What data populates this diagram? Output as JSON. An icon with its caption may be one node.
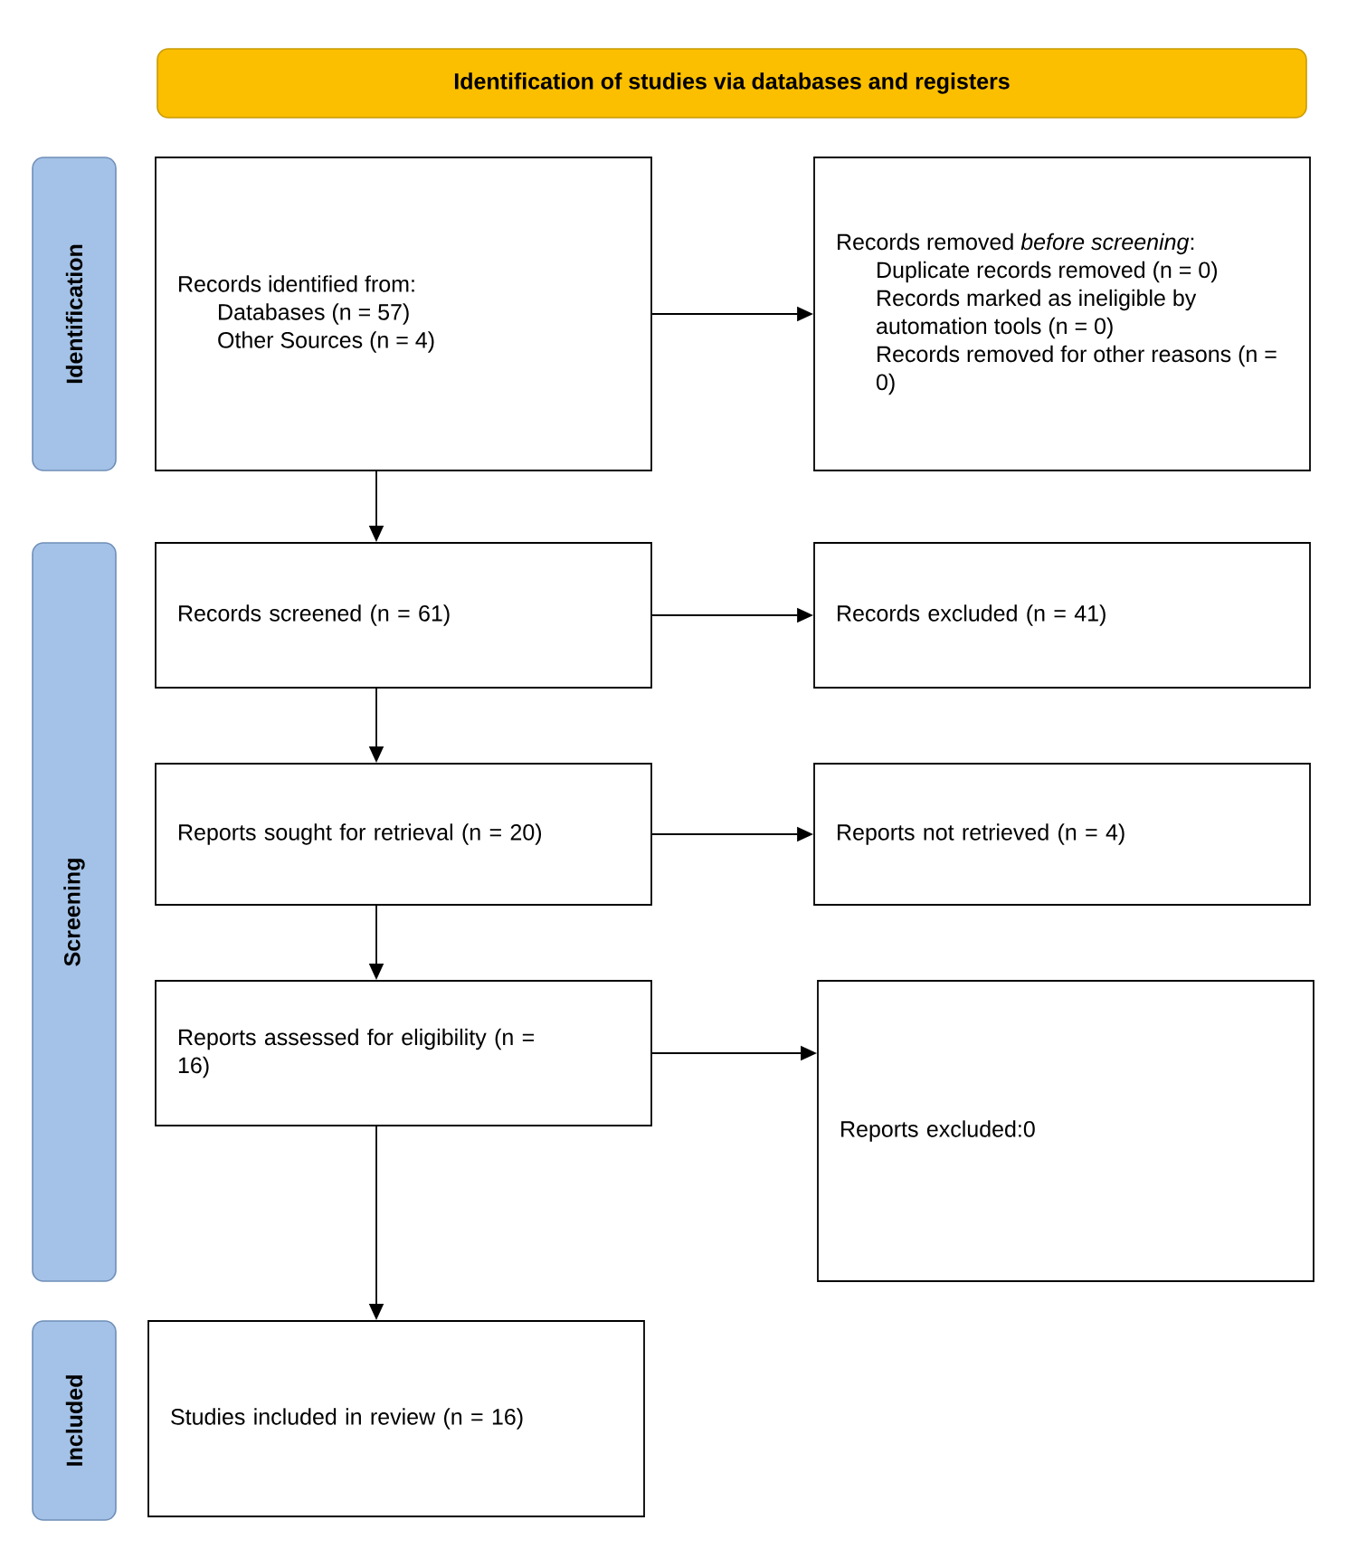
{
  "diagram": {
    "nodes": [
      {
        "text": [
          "Identification of studies via databases and registers"
        ]
      },
      {
        "text": [
          "Identification"
        ]
      },
      {
        "text": [
          "Screening"
        ]
      },
      {
        "text": [
          "Included"
        ]
      },
      {
        "text": [
          "Records identified from:",
          "Databases (n = 57)",
          "Other Sources (n = 4)"
        ]
      },
      {
        "text": [
          "Records removed *before screening*:",
          "Duplicate records removed (n = 0)",
          "Records marked as ineligible by automation tools (n = 0)",
          "Records removed for other reasons (n = 0)"
        ]
      },
      {
        "text": [
          "Records screened (n = 61)"
        ]
      },
      {
        "text": [
          "Records excluded (n = 41)"
        ]
      },
      {
        "text": [
          "Reports sought for retrieval (n = 20)"
        ]
      },
      {
        "text": [
          "Reports not retrieved (n = 4)"
        ]
      },
      {
        "text": [
          "Reports assessed for eligibility (n = 16)"
        ]
      },
      {
        "text": [
          "Reports excluded:0"
        ]
      },
      {
        "text": [
          "Studies included in review (n = 16)"
        ]
      }
    ],
    "edges": [
      {
        "from": 4,
        "to": 5,
        "arrow": "to"
      },
      {
        "from": 4,
        "to": 6,
        "arrow": "to"
      },
      {
        "from": 6,
        "to": 7,
        "arrow": "to"
      },
      {
        "from": 6,
        "to": 8,
        "arrow": "to"
      },
      {
        "from": 8,
        "to": 9,
        "arrow": "to"
      },
      {
        "from": 8,
        "to": 10,
        "arrow": "to"
      },
      {
        "from": 10,
        "to": 11,
        "arrow": "to"
      },
      {
        "from": 10,
        "to": 12,
        "arrow": "to"
      }
    ]
  }
}
